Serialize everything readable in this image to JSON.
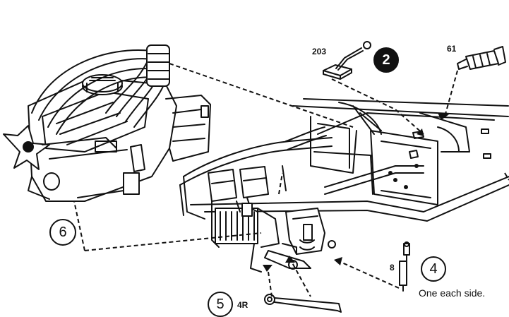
{
  "callouts": {
    "step_2": "2",
    "step_4": "4",
    "step_5": "5",
    "step_6": "6"
  },
  "part_numbers": {
    "p203": "203",
    "p61": "61",
    "p8": "8",
    "p4r": "4R"
  },
  "notes": {
    "one_each_side": "One each side."
  }
}
